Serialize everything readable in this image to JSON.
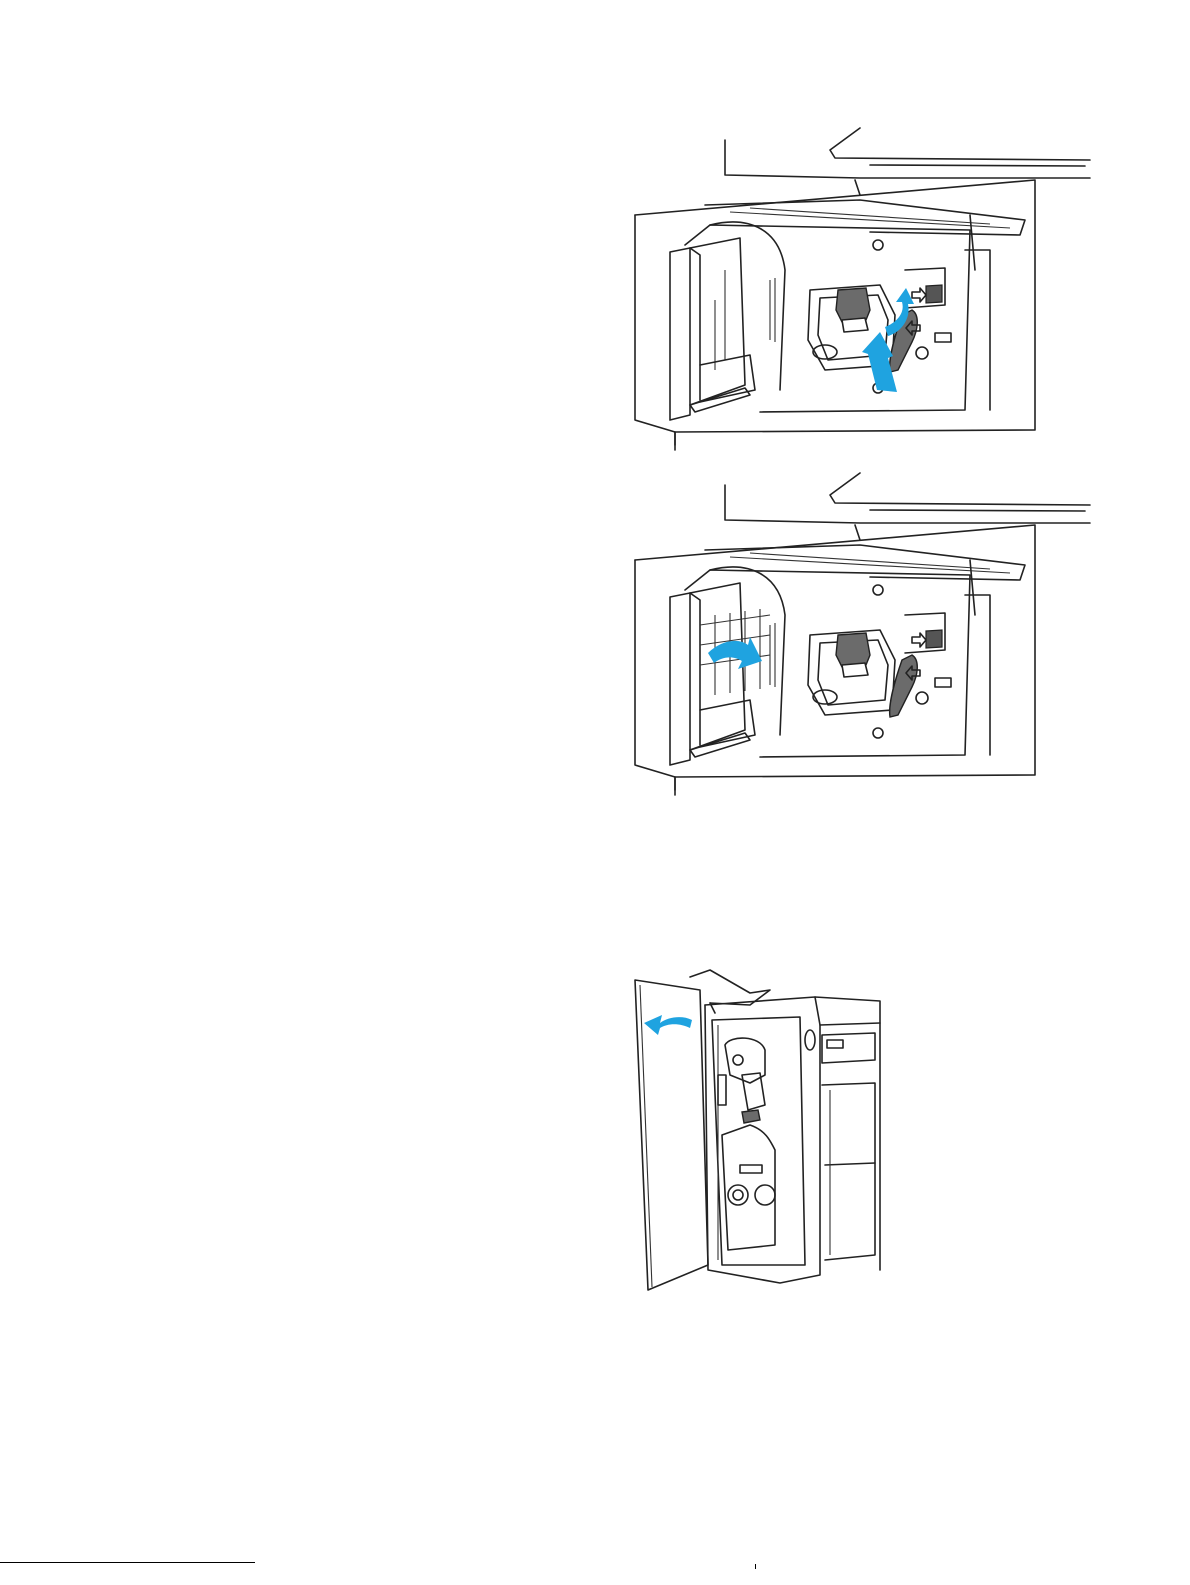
{
  "colors": {
    "arrow": "#1fa3e0",
    "line": "#222222",
    "part_gray": "#6b6b6b",
    "background": "#ffffff"
  },
  "illustrations": [
    {
      "id": "step-1",
      "subject": "stapler-cartridge-insert",
      "arrows": [
        "push-up-arrow-icon",
        "curved-rotate-arrow-icon"
      ]
    },
    {
      "id": "step-2",
      "subject": "close-stapler-door",
      "arrows": [
        "curved-close-arrow-icon"
      ]
    },
    {
      "id": "step-3",
      "subject": "close-finisher-front-door",
      "arrows": [
        "curved-close-arrow-icon"
      ]
    }
  ]
}
